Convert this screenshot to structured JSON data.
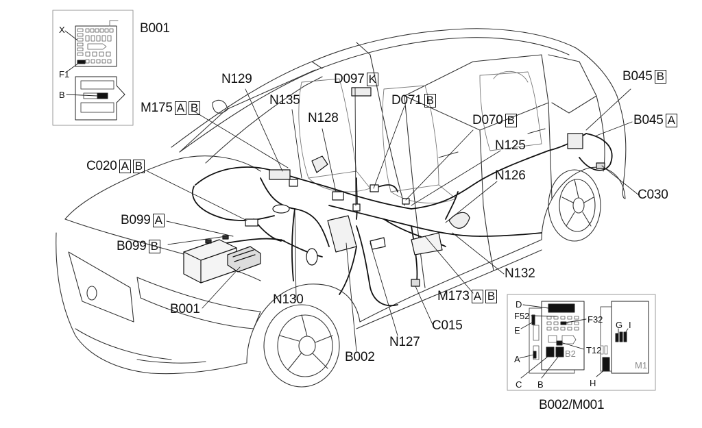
{
  "labels": {
    "b001_inset_title": "B001",
    "b001_inset_x": "X",
    "b001_inset_f1": "F1",
    "b001_inset_b": "B",
    "n129": "N129",
    "d097": "D097",
    "d097_box": "K",
    "n135": "N135",
    "d071": "D071",
    "d071_box": "B",
    "m175": "M175",
    "m175_box1": "A",
    "m175_box2": "B",
    "n128": "N128",
    "d070": "D070",
    "d070_box": "B",
    "b045b": "B045",
    "b045b_box": "B",
    "b045a": "B045",
    "b045a_box": "A",
    "n125": "N125",
    "c020": "C020",
    "c020_box1": "A",
    "c020_box2": "B",
    "n126": "N126",
    "c030": "C030",
    "b099a": "B099",
    "b099a_box": "A",
    "b099b": "B099",
    "b099b_box": "B",
    "n132": "N132",
    "m173": "M173",
    "m173_box1": "A",
    "m173_box2": "B",
    "n130": "N130",
    "b001": "B001",
    "c015": "C015",
    "n127": "N127",
    "b002": "B002",
    "b002m001_title": "B002/M001"
  },
  "inset_b002": {
    "d": "D",
    "f52": "F52",
    "f32": "F32",
    "e": "E",
    "g": "G",
    "i": "I",
    "t12": "T12",
    "a": "A",
    "b2": "B2",
    "c": "C",
    "b": "B",
    "h": "H",
    "m1": "M1"
  }
}
